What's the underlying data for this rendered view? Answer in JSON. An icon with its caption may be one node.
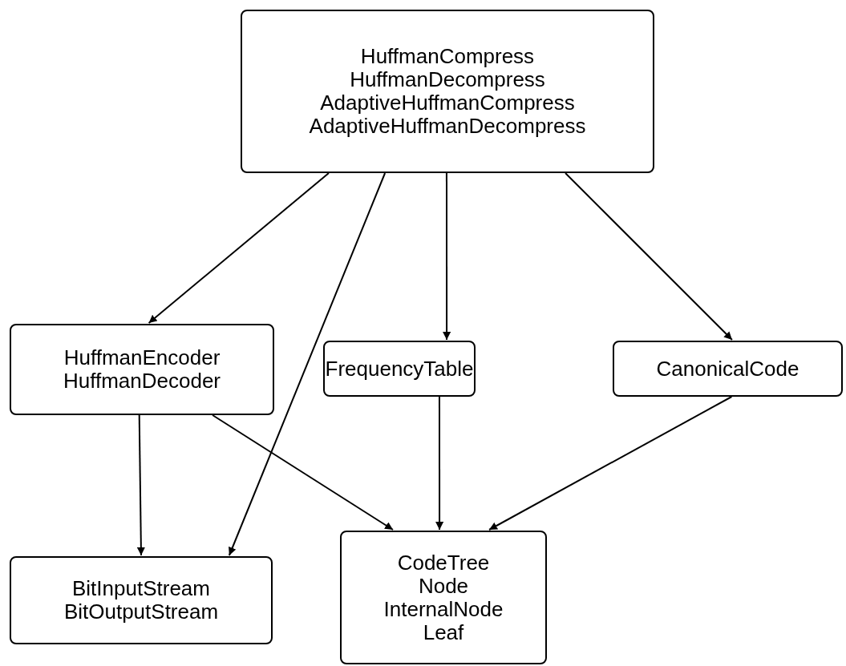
{
  "diagram": {
    "nodes": [
      {
        "text": [
          "HuffmanCompress",
          "HuffmanDecompress",
          "AdaptiveHuffmanCompress",
          "AdaptiveHuffmanDecompress"
        ]
      },
      {
        "text": [
          "HuffmanEncoder",
          "HuffmanDecoder"
        ]
      },
      {
        "text": [
          "FrequencyTable"
        ]
      },
      {
        "text": [
          "CanonicalCode"
        ]
      },
      {
        "text": [
          "BitInputStream",
          "BitOutputStream"
        ]
      },
      {
        "text": [
          "CodeTree",
          "Node",
          "InternalNode",
          "Leaf"
        ]
      }
    ],
    "edges": [
      {
        "from": 0,
        "to": 1,
        "arrow": "to"
      },
      {
        "from": 0,
        "to": 4,
        "arrow": "to"
      },
      {
        "from": 0,
        "to": 2,
        "arrow": "to"
      },
      {
        "from": 0,
        "to": 3,
        "arrow": "to"
      },
      {
        "from": 1,
        "to": 4,
        "arrow": "to"
      },
      {
        "from": 1,
        "to": 5,
        "arrow": "to"
      },
      {
        "from": 2,
        "to": 5,
        "arrow": "to"
      },
      {
        "from": 3,
        "to": 5,
        "arrow": "to"
      }
    ]
  }
}
